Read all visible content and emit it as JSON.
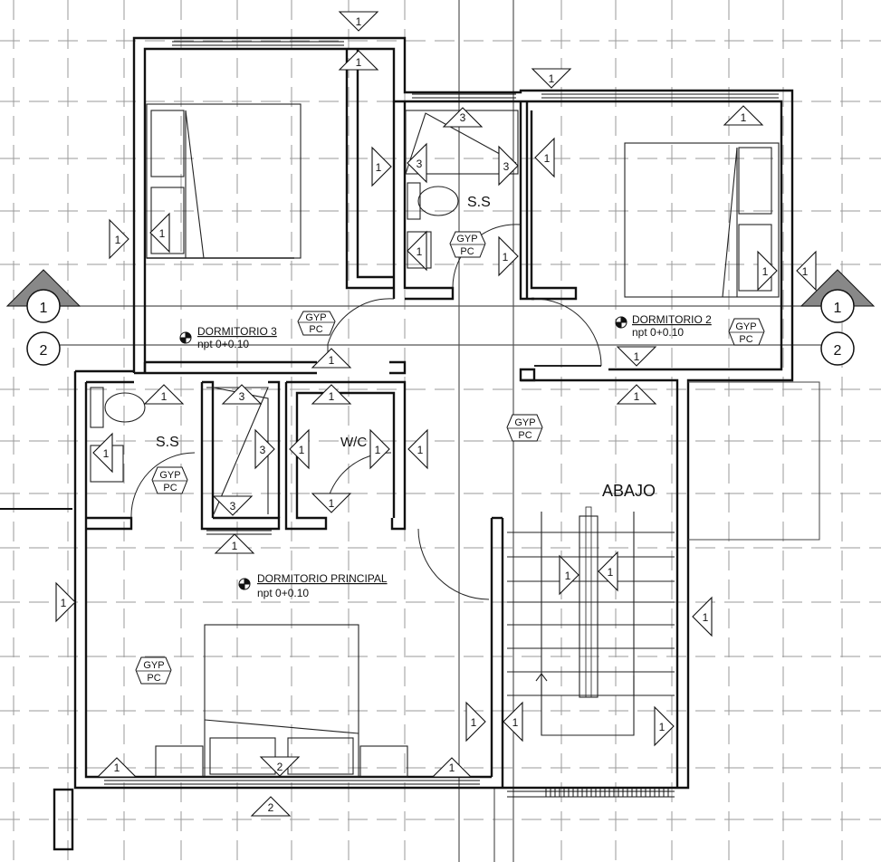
{
  "rooms": {
    "dormitorio_3": {
      "name": "DORMITORIO 3",
      "level": "npt 0+0.10"
    },
    "dormitorio_2": {
      "name": "DORMITORIO 2",
      "level": "npt 0+0.10"
    },
    "dormitorio_principal": {
      "name": "DORMITORIO PRINCIPAL",
      "level": "npt 0+0.10"
    },
    "ss_upper": {
      "name": "S.S"
    },
    "ss_lower": {
      "name": "S.S"
    },
    "wc": {
      "name": "W/C"
    },
    "stair": {
      "name": "ABAJO"
    }
  },
  "ceiling_tags": [
    "GYP",
    "PC"
  ],
  "axes": {
    "left": [
      "1",
      "2"
    ],
    "right": [
      "1",
      "2"
    ]
  },
  "wall_markers": {
    "m1": "1",
    "m2": "2",
    "m3": "3"
  }
}
